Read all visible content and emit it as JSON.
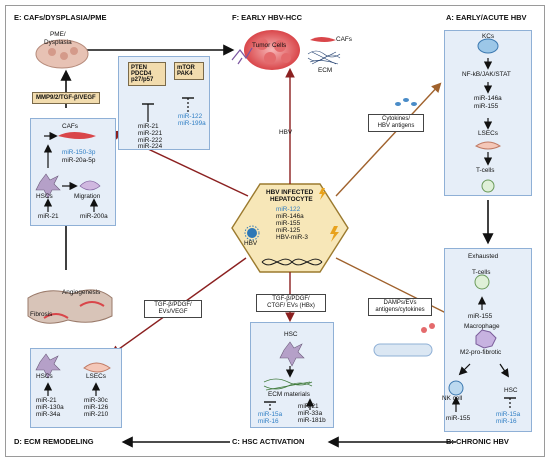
{
  "titles": {
    "e": "E: CAFs/DYSPLASIA/PME",
    "f": "F: EARLY HBV-HCC",
    "a": "A: EARLY/ACUTE HBV",
    "d": "D: ECM REMODELING",
    "c": "C: HSC ACTIVATION",
    "b": "B: CHRONIC  HBV"
  },
  "panel_e": {
    "pme_dysplasia": [
      "PME/",
      "Dysplasia"
    ],
    "mmp_box": "MMP9/2/TGF-β/VEGF",
    "cafs": "CAFs",
    "mir150": "miR-150-3p",
    "mir20a": "miR-20a-5p",
    "hscs": "HSCs",
    "migration": "Migration",
    "mir21": "miR-21",
    "mir200a": "miR-200a"
  },
  "panel_f": {
    "pten_box": [
      "PTEN",
      "PDCD4",
      "p27/p57"
    ],
    "mtor_box": [
      "mTOR",
      "PAK4"
    ],
    "mirs_left": [
      "miR-21",
      "miR-221",
      "miR-222",
      "miR-224"
    ],
    "mirs_right": [
      "miR-122",
      "miR-199a"
    ],
    "tumor_cells": "Tumor Cells",
    "cafs": "CAFs",
    "ecm": "ECM",
    "hbv_arrow_label": "HBV"
  },
  "center": {
    "title": [
      "HBV INFECTED",
      "HEPATOCYTE"
    ],
    "mirs": [
      "miR-122",
      "miR-146a",
      "miR-155",
      "miR-125",
      "HBV-miR-3"
    ],
    "hbv": "HBV"
  },
  "panel_a": {
    "kcs": "KCs",
    "pathway": "NF-kB/JAK/STAT",
    "mir146a": "miR-146a",
    "mir155": "miR-155",
    "lsecs": "LSECs",
    "tcells": "T-cells",
    "cytokines_box": [
      "Cytokines/",
      "HBV antigens"
    ]
  },
  "panel_b": {
    "exhausted": "Exhausted",
    "tcells": "T-cells",
    "mir155_top": "miR-155",
    "macrophage": "Macrophage",
    "m2": "M2-pro-fibrotic",
    "nk": "NK cell",
    "hsc": "HSC",
    "mir155_bottom": "miR-155",
    "mir15a": "miR-15a",
    "mir16": "miR-16",
    "damps_box": [
      "DAMPs/EVs",
      "antigens/cytokines"
    ]
  },
  "panel_c": {
    "tgf_box": [
      "TGF-β/PDGF/",
      "CTGF/ EVs (HBx)"
    ],
    "hsc": "HSC",
    "ecm_materials": "ECM materials",
    "mir15a": "miR-15a",
    "mir16": "miR-16",
    "mirs_right": [
      "miR-21",
      "miR-33a",
      "miR-181b"
    ]
  },
  "panel_d": {
    "angiogenesis": "Angiogenesis",
    "fibrosis": "Fibrosis",
    "tgf_box": [
      "TGF-β/PDGF/",
      "EVs/VEGF"
    ],
    "hscs": "HSCs",
    "lsecs": "LSECs",
    "mirs_left": [
      "miR-21",
      "miR-130a",
      "miR-34a"
    ],
    "mirs_right": [
      "miR-30c",
      "miR-126",
      "miR-210"
    ]
  },
  "colors": {
    "panel_fill": "#e6eef8",
    "panel_border": "#8fb0d6",
    "tan_box": "#f2dcae",
    "hex_fill": "#f7e7b8",
    "dark_red_arrow": "#8b2020",
    "brown_arrow": "#a0622d",
    "blue_mirna": "#2f7ec4"
  }
}
